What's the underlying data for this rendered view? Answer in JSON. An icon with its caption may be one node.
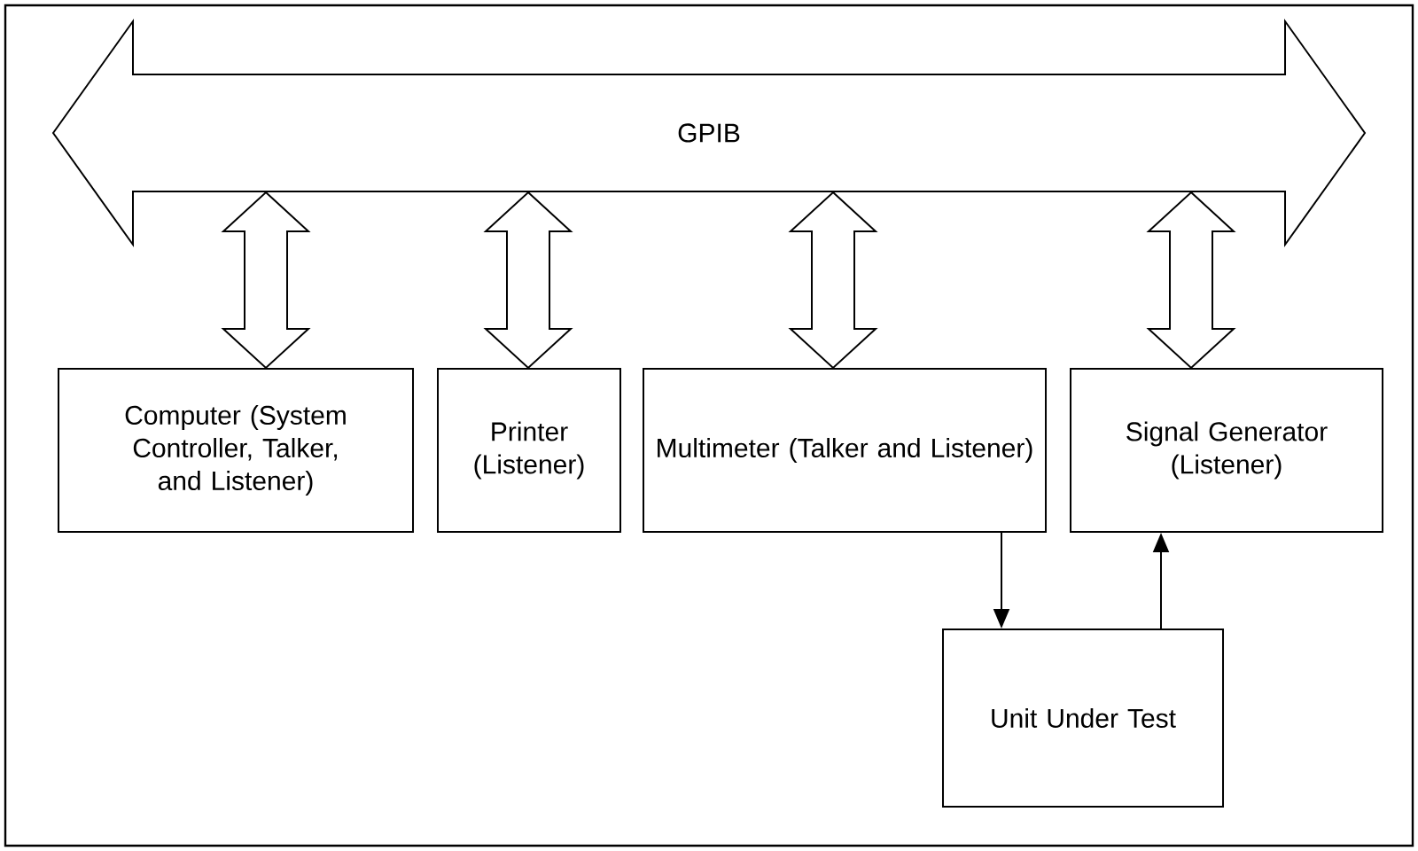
{
  "diagram": {
    "nodes": [
      {
        "text": [
          "GPIB"
        ]
      },
      {
        "text": [
          "Computer (System Controller, Talker, and Listener)"
        ]
      },
      {
        "text": [
          "Printer (Listener)"
        ]
      },
      {
        "text": [
          "Multimeter (Talker and Listener)"
        ]
      },
      {
        "text": [
          "Signal Generator (Listener)"
        ]
      },
      {
        "text": [
          "Unit Under Test"
        ]
      }
    ],
    "edges": [
      {
        "from": 0,
        "to": 1,
        "arrow": "both"
      },
      {
        "from": 0,
        "to": 2,
        "arrow": "both"
      },
      {
        "from": 0,
        "to": 3,
        "arrow": "both"
      },
      {
        "from": 0,
        "to": 4,
        "arrow": "both"
      },
      {
        "from": 3,
        "to": 5,
        "arrow": "to"
      },
      {
        "from": 5,
        "to": 4,
        "arrow": "to"
      }
    ]
  }
}
